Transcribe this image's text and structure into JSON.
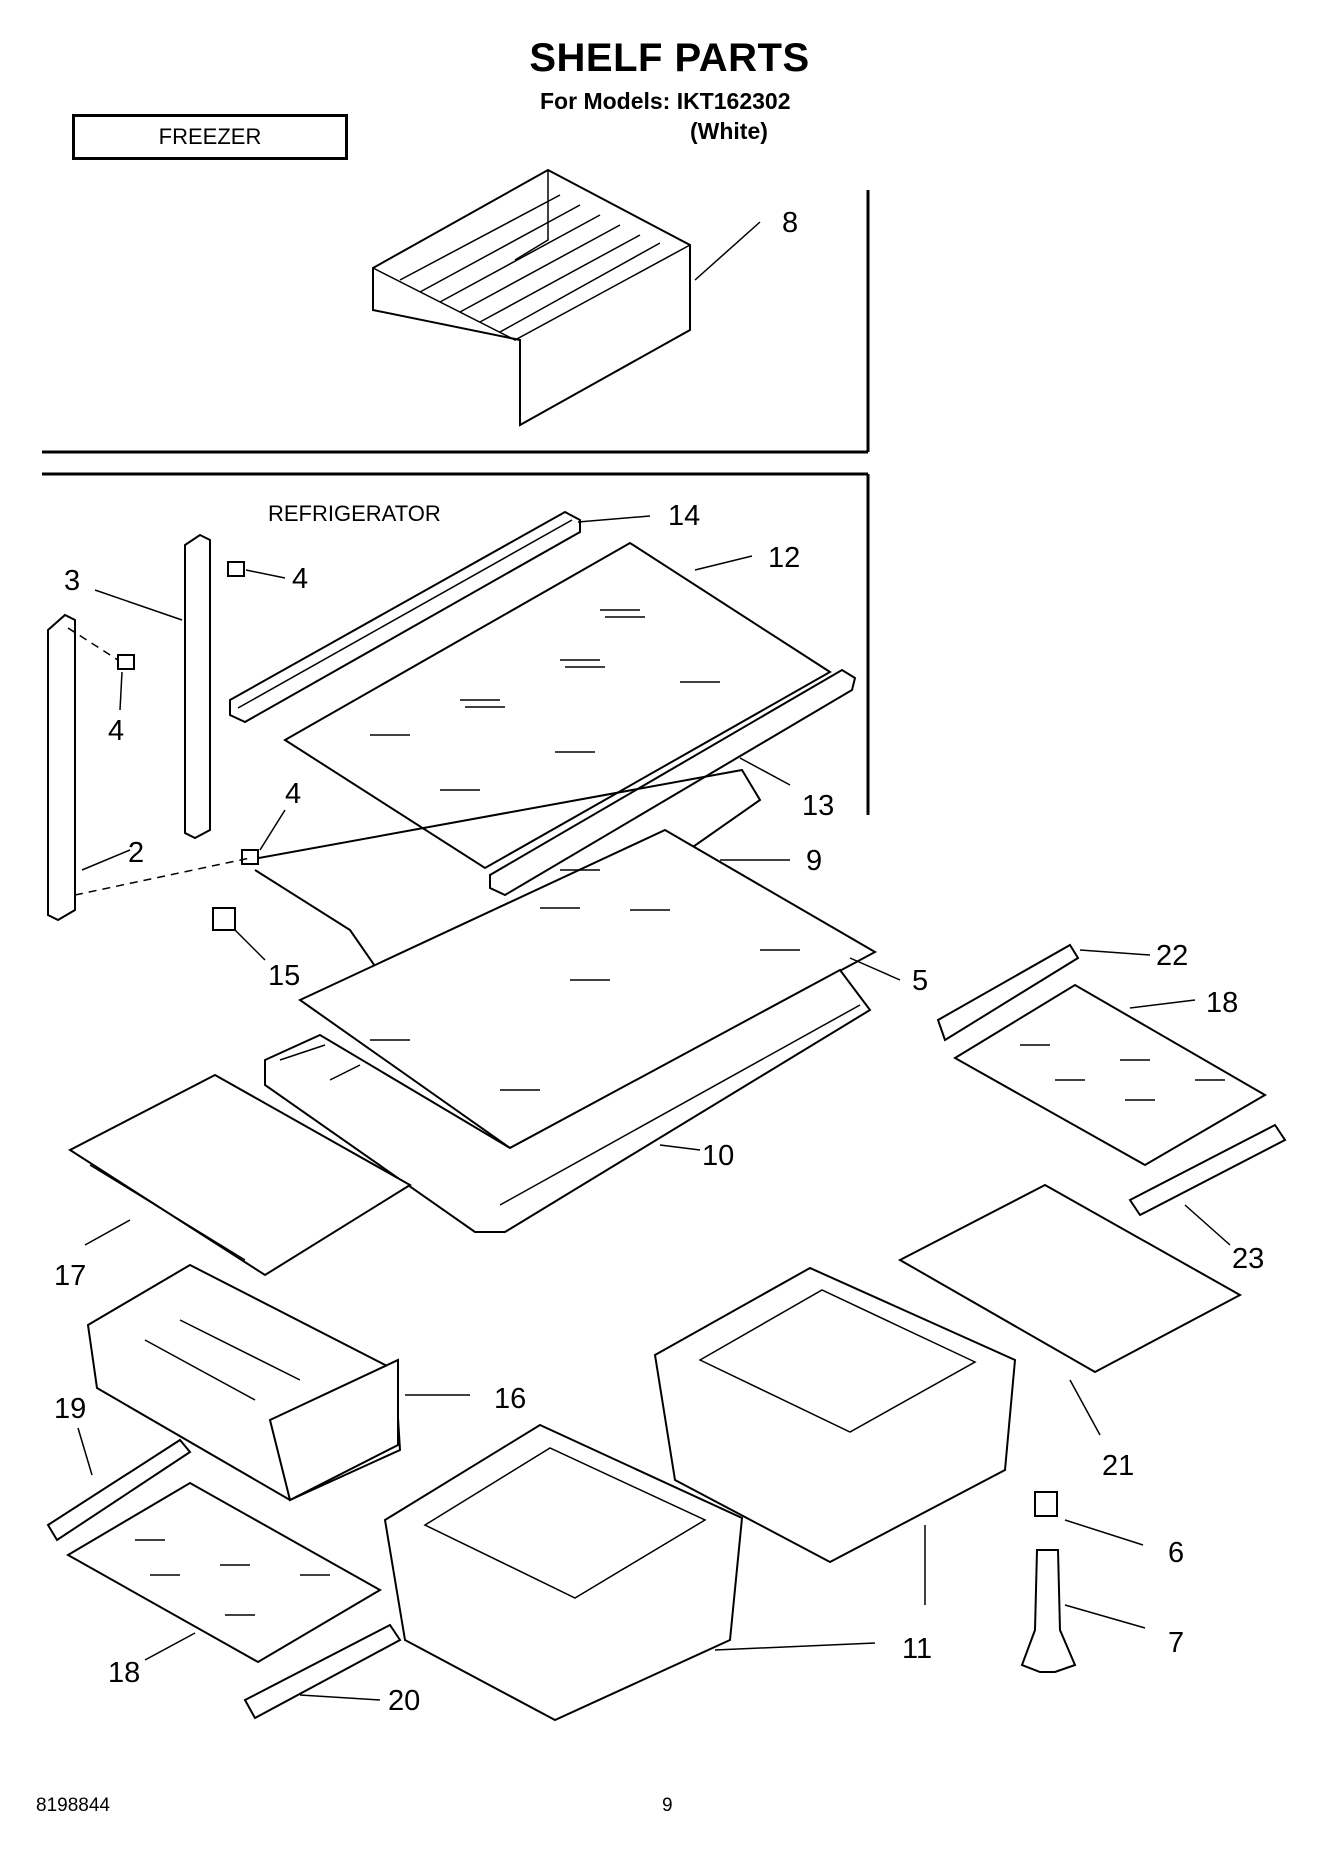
{
  "header": {
    "title": "SHELF PARTS",
    "models_line": "For Models: IKT162302",
    "color_line": "(White)"
  },
  "sections": {
    "freezer": "FREEZER",
    "refrigerator": "REFRIGERATOR"
  },
  "callouts": {
    "c8": "8",
    "c14": "14",
    "c12": "12",
    "c3": "3",
    "c4a": "4",
    "c4b": "4",
    "c4c": "4",
    "c13": "13",
    "c2": "2",
    "c9": "9",
    "c15": "15",
    "c5": "5",
    "c22": "22",
    "c18a": "18",
    "c10": "10",
    "c17": "17",
    "c23": "23",
    "c16": "16",
    "c19": "19",
    "c21": "21",
    "c6": "6",
    "c11": "11",
    "c7": "7",
    "c18b": "18",
    "c20": "20"
  },
  "footer": {
    "doc_number": "8198844",
    "page_number": "9"
  }
}
